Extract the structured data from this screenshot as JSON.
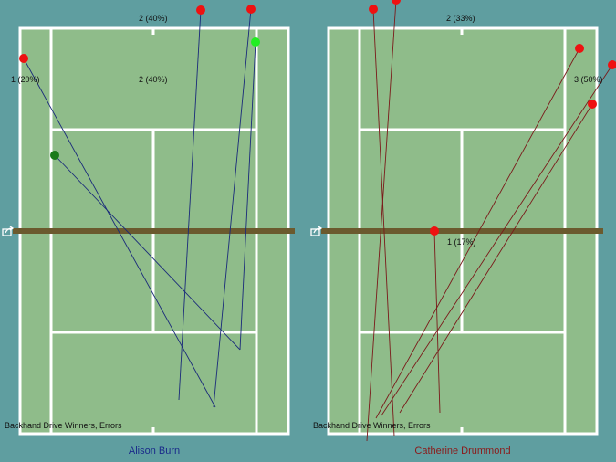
{
  "courts": [
    {
      "player": "Alison Burn",
      "player_color": "#1a2a8a",
      "caption": "Backhand Drive Winners, Errors",
      "stat_top": "2 (40%)",
      "stat_left": "1 (20%)",
      "stat_mid": "2 (40%)",
      "line_color": "#1a2a7a"
    },
    {
      "player": "Catherine Drummond",
      "player_color": "#8b1a1a",
      "caption": "Backhand Drive Winners, Errors",
      "stat_top": "2 (33%)",
      "stat_right": "3 (50%)",
      "stat_mid": "1 (17%)",
      "line_color": "#7a1a1a"
    }
  ],
  "icons": {
    "share": "share-icon"
  },
  "colors": {
    "background": "#5f9ea0",
    "court": "#8fbc8a",
    "lines": "#ffffff",
    "net": "#6b5a2e",
    "error_dot": "#ee1111",
    "winner_dot": "#22ee22",
    "winner_dot_dark": "#1a7a1a"
  }
}
